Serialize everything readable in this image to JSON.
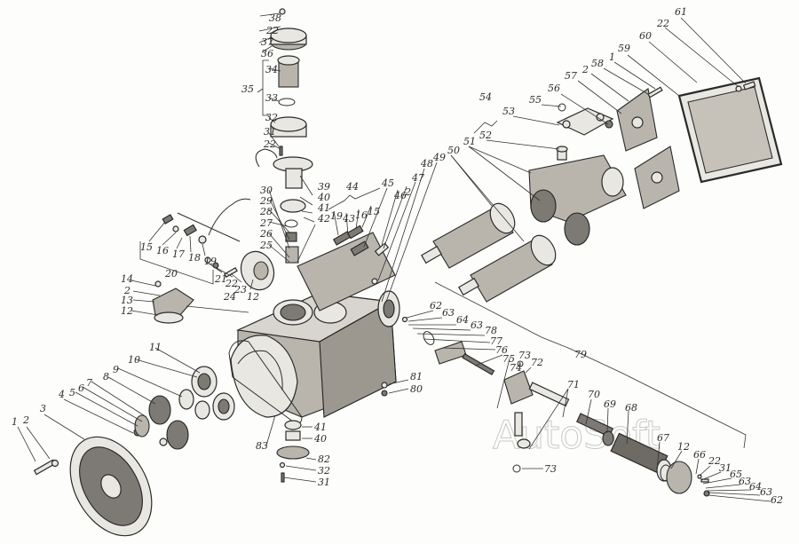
{
  "diagram": {
    "type": "exploded-parts-view",
    "watermark": "AutoSoft",
    "callouts": [
      {
        "id": "c1",
        "label": "1"
      },
      {
        "id": "c2",
        "label": "2"
      },
      {
        "id": "c3",
        "label": "3"
      },
      {
        "id": "c4",
        "label": "4"
      },
      {
        "id": "c5",
        "label": "5"
      },
      {
        "id": "c6",
        "label": "6"
      },
      {
        "id": "c7",
        "label": "7"
      },
      {
        "id": "c8",
        "label": "8"
      },
      {
        "id": "c9",
        "label": "9"
      },
      {
        "id": "c10",
        "label": "10"
      },
      {
        "id": "c11",
        "label": "11"
      },
      {
        "id": "c14",
        "label": "14"
      },
      {
        "id": "c2b",
        "label": "2"
      },
      {
        "id": "c13",
        "label": "13"
      },
      {
        "id": "c12a",
        "label": "12"
      },
      {
        "id": "c15a",
        "label": "15"
      },
      {
        "id": "c16a",
        "label": "16"
      },
      {
        "id": "c17",
        "label": "17"
      },
      {
        "id": "c18",
        "label": "18"
      },
      {
        "id": "c19a",
        "label": "19"
      },
      {
        "id": "c20",
        "label": "20"
      },
      {
        "id": "c21",
        "label": "21"
      },
      {
        "id": "c22a",
        "label": "22"
      },
      {
        "id": "c23",
        "label": "23"
      },
      {
        "id": "c24",
        "label": "24"
      },
      {
        "id": "c12b",
        "label": "12"
      },
      {
        "id": "c30",
        "label": "30"
      },
      {
        "id": "c29",
        "label": "29"
      },
      {
        "id": "c28",
        "label": "28"
      },
      {
        "id": "c27",
        "label": "27"
      },
      {
        "id": "c26",
        "label": "26"
      },
      {
        "id": "c25",
        "label": "25"
      },
      {
        "id": "c38",
        "label": "38"
      },
      {
        "id": "c22b",
        "label": "22"
      },
      {
        "id": "c37",
        "label": "37"
      },
      {
        "id": "c36",
        "label": "36"
      },
      {
        "id": "c35",
        "label": "35"
      },
      {
        "id": "c34",
        "label": "34"
      },
      {
        "id": "c33",
        "label": "33"
      },
      {
        "id": "c32a",
        "label": "32"
      },
      {
        "id": "c31a",
        "label": "31"
      },
      {
        "id": "c22c",
        "label": "22"
      },
      {
        "id": "c39",
        "label": "39"
      },
      {
        "id": "c40a",
        "label": "40"
      },
      {
        "id": "c41a",
        "label": "41"
      },
      {
        "id": "c42",
        "label": "42"
      },
      {
        "id": "c44",
        "label": "44"
      },
      {
        "id": "c19b",
        "label": "19"
      },
      {
        "id": "c43",
        "label": "43"
      },
      {
        "id": "c16b",
        "label": "16"
      },
      {
        "id": "c15b",
        "label": "15"
      },
      {
        "id": "c45",
        "label": "45"
      },
      {
        "id": "c46",
        "label": "46"
      },
      {
        "id": "c2c",
        "label": "2"
      },
      {
        "id": "c47",
        "label": "47"
      },
      {
        "id": "c48",
        "label": "48"
      },
      {
        "id": "c49",
        "label": "49"
      },
      {
        "id": "c50",
        "label": "50"
      },
      {
        "id": "c51",
        "label": "51"
      },
      {
        "id": "c52",
        "label": "52"
      },
      {
        "id": "c53",
        "label": "53"
      },
      {
        "id": "c54",
        "label": "54"
      },
      {
        "id": "c55",
        "label": "55"
      },
      {
        "id": "c56",
        "label": "56"
      },
      {
        "id": "c57",
        "label": "57"
      },
      {
        "id": "c2d",
        "label": "2"
      },
      {
        "id": "c58",
        "label": "58"
      },
      {
        "id": "c1b",
        "label": "1"
      },
      {
        "id": "c59",
        "label": "59"
      },
      {
        "id": "c60",
        "label": "60"
      },
      {
        "id": "c22d",
        "label": "22"
      },
      {
        "id": "c61",
        "label": "61"
      },
      {
        "id": "c62a",
        "label": "62"
      },
      {
        "id": "c63a",
        "label": "63"
      },
      {
        "id": "c64a",
        "label": "64"
      },
      {
        "id": "c63b",
        "label": "63"
      },
      {
        "id": "c78",
        "label": "78"
      },
      {
        "id": "c77",
        "label": "77"
      },
      {
        "id": "c76",
        "label": "76"
      },
      {
        "id": "c75",
        "label": "75"
      },
      {
        "id": "c74",
        "label": "74"
      },
      {
        "id": "c73a",
        "label": "73"
      },
      {
        "id": "c72",
        "label": "72"
      },
      {
        "id": "c79",
        "label": "79"
      },
      {
        "id": "c71",
        "label": "71"
      },
      {
        "id": "c70",
        "label": "70"
      },
      {
        "id": "c69",
        "label": "69"
      },
      {
        "id": "c68",
        "label": "68"
      },
      {
        "id": "c67",
        "label": "67"
      },
      {
        "id": "c12c",
        "label": "12"
      },
      {
        "id": "c66",
        "label": "66"
      },
      {
        "id": "c22e",
        "label": "22"
      },
      {
        "id": "c31b",
        "label": "31"
      },
      {
        "id": "c65",
        "label": "65"
      },
      {
        "id": "c63c",
        "label": "63"
      },
      {
        "id": "c64b",
        "label": "64"
      },
      {
        "id": "c63d",
        "label": "63"
      },
      {
        "id": "c62b",
        "label": "62"
      },
      {
        "id": "c73b",
        "label": "73"
      },
      {
        "id": "c81",
        "label": "81"
      },
      {
        "id": "c80",
        "label": "80"
      },
      {
        "id": "c41b",
        "label": "41"
      },
      {
        "id": "c40b",
        "label": "40"
      },
      {
        "id": "c82",
        "label": "82"
      },
      {
        "id": "c32b",
        "label": "32"
      },
      {
        "id": "c31c",
        "label": "31"
      },
      {
        "id": "c83",
        "label": "83"
      }
    ]
  }
}
